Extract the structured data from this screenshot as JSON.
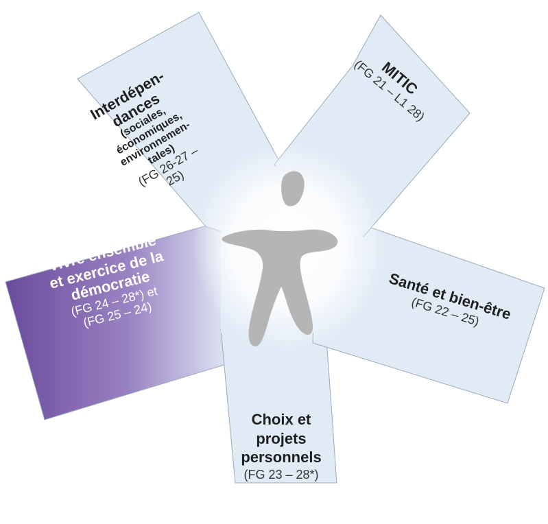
{
  "colors": {
    "arm_fill": "#e1ebf6",
    "arm_stroke": "#9aa9bb",
    "purple_dark": "#6a4a9c",
    "purple_light": "#c9bde0",
    "figure": "#b5b5b5"
  },
  "center_figure": {
    "icon": "human-figure-icon"
  },
  "arms": {
    "top_left": {
      "title_lines": [
        "Interdépen-",
        "dances"
      ],
      "subtitle_lines": [
        "(sociales,",
        "économiques,",
        "environnemen-",
        "tales)"
      ],
      "code_lines": [
        "(FG 26-27 –",
        "25)"
      ]
    },
    "top_right": {
      "title": "MITIC",
      "code": "(FG 21 – L1 28)"
    },
    "left": {
      "title_lines": [
        "Vivre ensemble",
        "et exercice de la",
        "démocratie"
      ],
      "code_line_1_prefix": "(FG 24 – 28*)",
      "code_line_1_suffix": " et",
      "code_line_2": "(FG 25 – 24)"
    },
    "right": {
      "title": "Santé et bien-être",
      "code": "(FG 22 – 25)"
    },
    "bottom": {
      "title_lines": [
        "Choix et",
        "projets",
        "personnels"
      ],
      "code": "(FG 23 – 28*)"
    }
  }
}
